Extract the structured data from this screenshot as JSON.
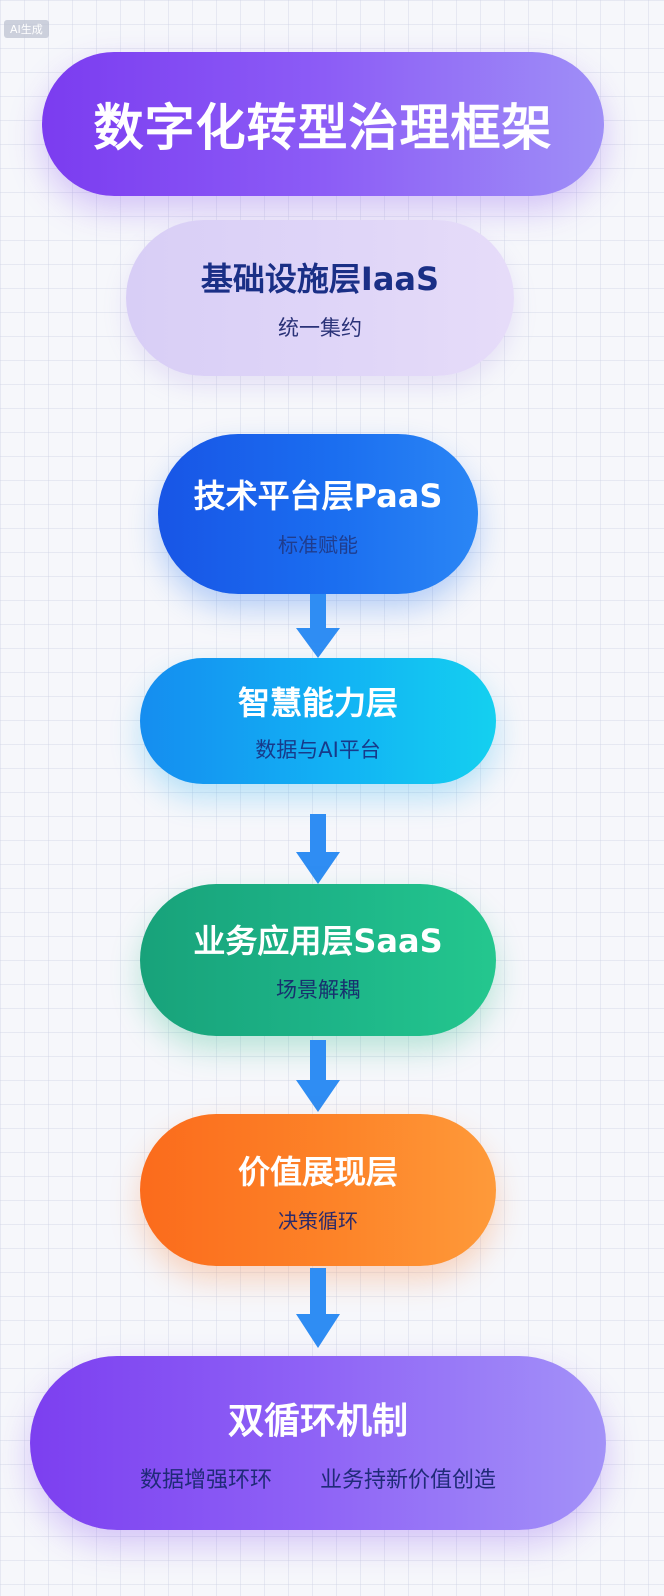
{
  "watermark": "AI生成",
  "title": "数字化转型治理框架",
  "layers": {
    "iaas": {
      "title": "基础设施层IaaS",
      "subtitle": "统一集约"
    },
    "paas": {
      "title": "技术平台层PaaS",
      "subtitle": "标准赋能"
    },
    "smart": {
      "title": "智慧能力层",
      "subtitle": "数据与AI平台"
    },
    "saas": {
      "title": "业务应用层SaaS",
      "subtitle": "场景解耦"
    },
    "value": {
      "title": "价值展现层",
      "subtitle": "决策循环"
    }
  },
  "dual_loop": {
    "title": "双循环机制",
    "items": [
      "数据增强环环",
      "业务持新价值创造"
    ]
  },
  "colors": {
    "title_purple": "#7b3cf0",
    "iaas_lavender": "#d8cef6",
    "paas_blue": "#1b6ef0",
    "smart_cyan": "#12b2f4",
    "saas_green": "#1db588",
    "value_orange": "#fd8328",
    "arrow_blue": "#2f8df3"
  },
  "icons": {
    "connector": "down-arrow-icon"
  }
}
